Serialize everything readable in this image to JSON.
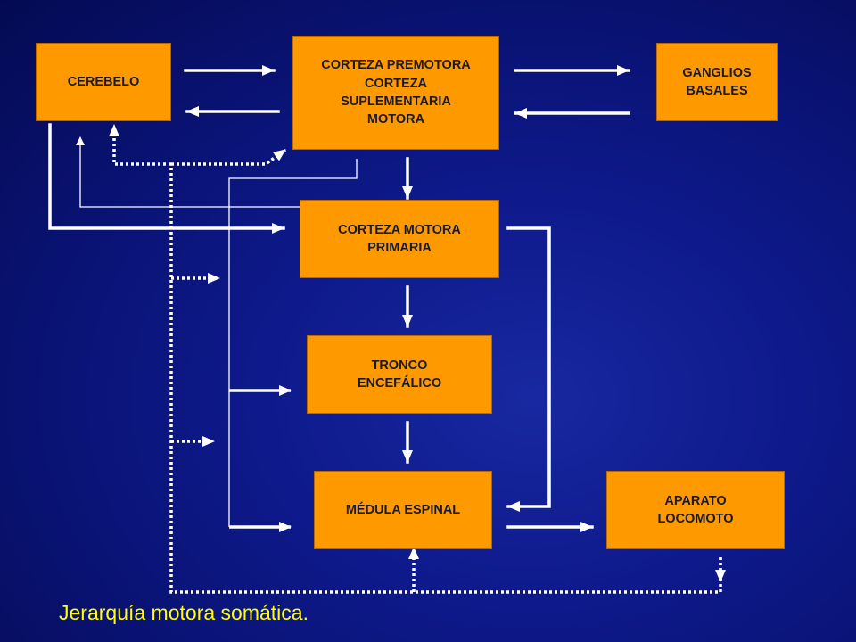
{
  "diagram": {
    "nodes": {
      "cerebelo": "CEREBELO",
      "corteza_premotora": "CORTEZA PREMOTORA\nCORTEZA\nSUPLEMENTARIA\nMOTORA",
      "ganglios_basales": "GANGLIOS\nBASALES",
      "corteza_motora_primaria": "CORTEZA MOTORA\nPRIMARIA",
      "tronco_encefalico": "TRONCO\nENCEFÁLICO",
      "medula_espinal": "MÉDULA ESPINAL",
      "aparato_locomoto": "APARATO\nLOCOMOTO"
    },
    "edges": [
      {
        "from": "cerebelo",
        "to": "corteza_premotora",
        "style": "solid"
      },
      {
        "from": "corteza_premotora",
        "to": "cerebelo",
        "style": "solid"
      },
      {
        "from": "corteza_premotora",
        "to": "ganglios_basales",
        "style": "solid"
      },
      {
        "from": "ganglios_basales",
        "to": "corteza_premotora",
        "style": "solid"
      },
      {
        "from": "corteza_premotora",
        "to": "corteza_motora_primaria",
        "style": "solid"
      },
      {
        "from": "cerebelo",
        "to": "corteza_motora_primaria",
        "style": "solid"
      },
      {
        "from": "corteza_motora_primaria",
        "to": "cerebelo",
        "style": "solid"
      },
      {
        "from": "corteza_motora_primaria",
        "to": "tronco_encefalico",
        "style": "solid"
      },
      {
        "from": "corteza_motora_primaria",
        "to": "medula_espinal",
        "style": "solid"
      },
      {
        "from": "corteza_premotora",
        "to": "tronco_encefalico",
        "style": "solid"
      },
      {
        "from": "corteza_premotora",
        "to": "medula_espinal",
        "style": "solid"
      },
      {
        "from": "tronco_encefalico",
        "to": "medula_espinal",
        "style": "solid"
      },
      {
        "from": "medula_espinal",
        "to": "aparato_locomoto",
        "style": "solid"
      },
      {
        "from": "aparato_locomoto",
        "to": "cerebelo",
        "style": "dotted"
      },
      {
        "from": "aparato_locomoto",
        "to": "corteza_premotora",
        "style": "dotted"
      },
      {
        "from": "aparato_locomoto",
        "to": "corteza_motora_primaria",
        "style": "dotted"
      },
      {
        "from": "aparato_locomoto",
        "to": "tronco_encefalico",
        "style": "dotted"
      },
      {
        "from": "aparato_locomoto",
        "to": "medula_espinal",
        "style": "dotted"
      }
    ]
  },
  "caption": "Jerarquía motora somática.",
  "colors": {
    "box_fill": "#ff9900",
    "arrow": "#ffffff",
    "caption": "#ffff00",
    "background": "#0e1a8c"
  }
}
